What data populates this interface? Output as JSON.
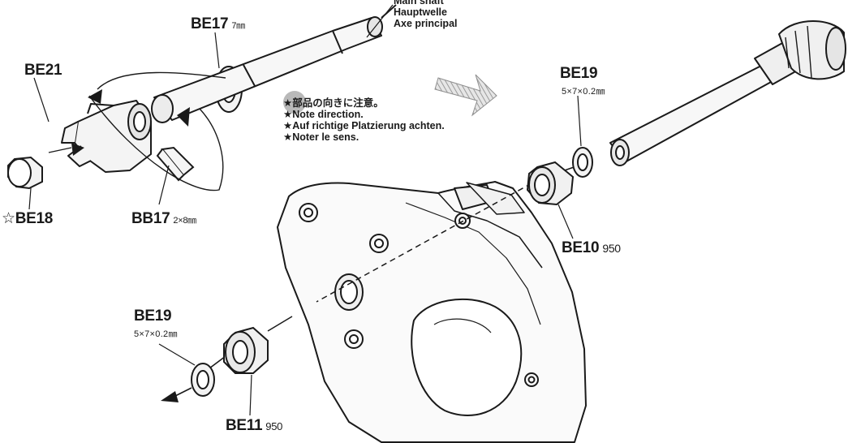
{
  "shaft_label": [
    "Main shaft",
    "Hauptwelle",
    "Axe principal"
  ],
  "notes": [
    "★部品の向きに注意。",
    "★Note direction.",
    "★Auf richtige Platzierung achten.",
    "★Noter le sens."
  ],
  "parts": {
    "be17": {
      "code": "BE17",
      "size": "7㎜"
    },
    "be21": {
      "code": "BE21"
    },
    "be18": {
      "code": "☆BE18"
    },
    "bb17": {
      "code": "BB17",
      "size": "2×8㎜"
    },
    "be19_top": {
      "code": "BE19",
      "size": "5×7×0.2㎜"
    },
    "be10": {
      "code": "BE10",
      "size": "950"
    },
    "be19_bottom": {
      "code": "BE19",
      "size": "5×7×0.2㎜"
    },
    "be11": {
      "code": "BE11",
      "size": "950"
    }
  },
  "colors": {
    "line": "#1a1a1a",
    "hint_circle": "#b9b9b9",
    "arrow": "#8f8f8f"
  }
}
